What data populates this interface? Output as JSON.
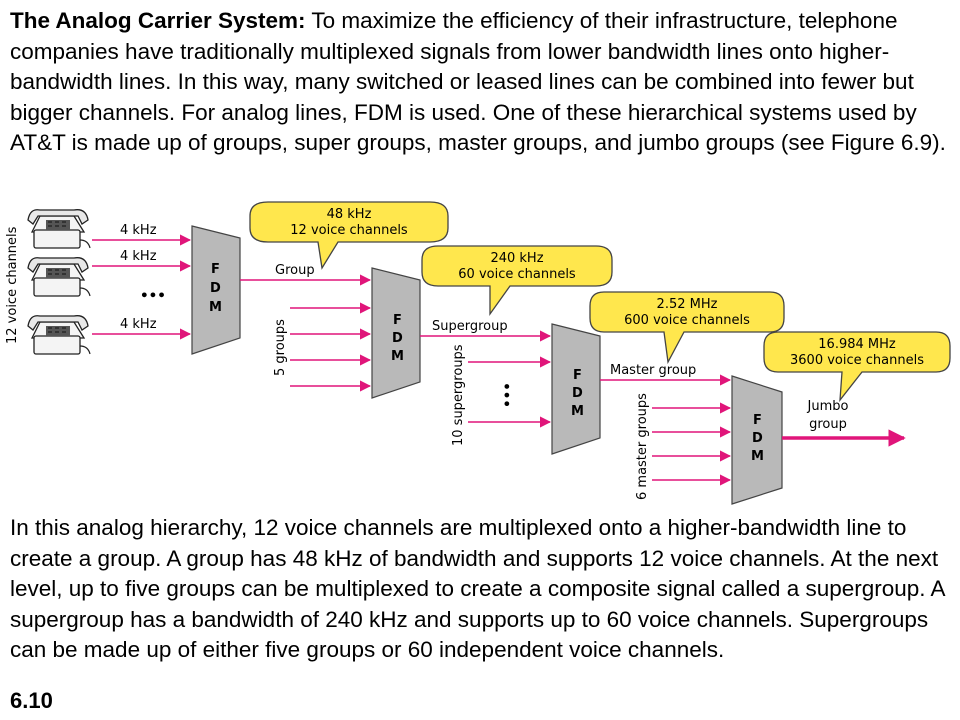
{
  "intro": {
    "heading": "The Analog Carrier System:",
    "body": " To maximize the efficiency of their infrastructure, telephone companies have traditionally multiplexed signals from lower bandwidth lines onto higher-bandwidth lines. In this way, many switched or leased lines can be combined into fewer but bigger channels. For analog lines, FDM is used. One of these hierarchical systems used by AT&T is made up of groups, super groups, master groups, and jumbo groups (see Figure 6.9)."
  },
  "diagram": {
    "voice_channels_label": "12 voice channels",
    "input_label": "4 kHz",
    "fdm_letters": [
      "F",
      "D",
      "M"
    ],
    "ellipsis": "•••",
    "stages": [
      {
        "output": "Group",
        "inputs_label": "",
        "bubble": [
          "48 kHz",
          "12 voice channels"
        ]
      },
      {
        "output": "Supergroup",
        "inputs_label": "5 groups",
        "bubble": [
          "240 kHz",
          "60 voice channels"
        ]
      },
      {
        "output": "Master group",
        "inputs_label": "10 supergroups",
        "bubble": [
          "2.52 MHz",
          "600 voice channels"
        ]
      },
      {
        "output_lines": [
          "Jumbo",
          "group"
        ],
        "inputs_label": "6 master groups",
        "bubble": [
          "16.984 MHz",
          "3600 voice channels"
        ]
      }
    ],
    "colors": {
      "line": "#e0157a",
      "bubble": "#ffe74d",
      "mux": "#b9b9b9"
    }
  },
  "outro": {
    "body": "In this analog hierarchy, 12 voice channels are multiplexed onto a higher-bandwidth line to create a group. A group has 48 kHz of bandwidth and supports 12 voice channels. At the next level, up to five groups can be multiplexed to create a composite signal called a supergroup. A supergroup has a bandwidth of 240 kHz and supports up to 60 voice channels. Supergroups can be made up of either five groups or 60 independent voice channels."
  },
  "slide_number": "6.10"
}
